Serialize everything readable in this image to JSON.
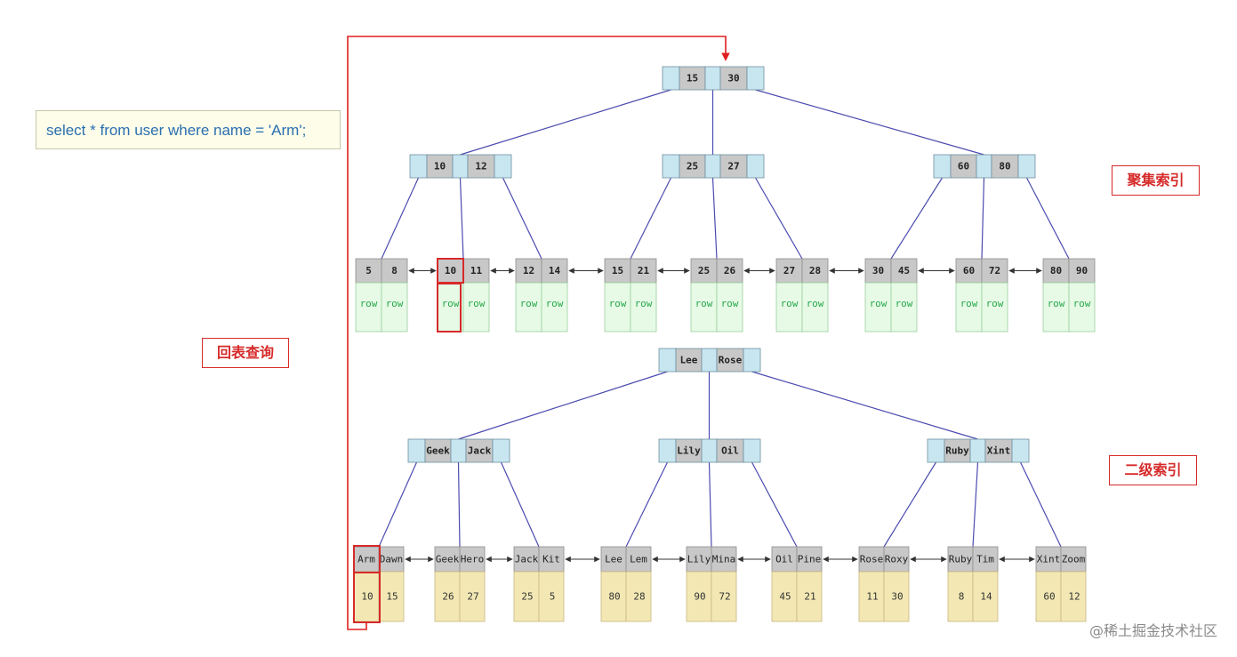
{
  "sql": "select * from user where name = 'Arm';",
  "labels": {
    "clustered": "聚集索引",
    "secondary": "二级索引",
    "back_lookup": "回表查询"
  },
  "watermark": "@稀土掘金技术社区",
  "colors": {
    "key_fill": "#c8c8c8",
    "ptr_fill": "#c8e6f0",
    "row_fill": "#e6fae6",
    "value_fill": "#f3e8b4",
    "tree_line": "#4b4bb0",
    "highlight": "#d62a2a"
  },
  "clustered_index": {
    "root": [
      "15",
      "30"
    ],
    "internal": [
      [
        "10",
        "12"
      ],
      [
        "25",
        "27"
      ],
      [
        "60",
        "80"
      ]
    ],
    "leaves": [
      {
        "keys": [
          "5",
          "8"
        ],
        "rows": [
          "row",
          "row"
        ]
      },
      {
        "keys": [
          "10",
          "11"
        ],
        "rows": [
          "row",
          "row"
        ]
      },
      {
        "keys": [
          "12",
          "14"
        ],
        "rows": [
          "row",
          "row"
        ]
      },
      {
        "keys": [
          "15",
          "21"
        ],
        "rows": [
          "row",
          "row"
        ]
      },
      {
        "keys": [
          "25",
          "26"
        ],
        "rows": [
          "row",
          "row"
        ]
      },
      {
        "keys": [
          "27",
          "28"
        ],
        "rows": [
          "row",
          "row"
        ]
      },
      {
        "keys": [
          "30",
          "45"
        ],
        "rows": [
          "row",
          "row"
        ]
      },
      {
        "keys": [
          "60",
          "72"
        ],
        "rows": [
          "row",
          "row"
        ]
      },
      {
        "keys": [
          "80",
          "90"
        ],
        "rows": [
          "row",
          "row"
        ]
      }
    ]
  },
  "secondary_index": {
    "root": [
      "Lee",
      "Rose"
    ],
    "internal": [
      [
        "Geek",
        "Jack"
      ],
      [
        "Lily",
        "Oil"
      ],
      [
        "Ruby",
        "Xint"
      ]
    ],
    "leaves": [
      {
        "keys": [
          "Arm",
          "Dawn"
        ],
        "values": [
          "10",
          "15"
        ]
      },
      {
        "keys": [
          "Geek",
          "Hero"
        ],
        "values": [
          "26",
          "27"
        ]
      },
      {
        "keys": [
          "Jack",
          "Kit"
        ],
        "values": [
          "25",
          "5"
        ]
      },
      {
        "keys": [
          "Lee",
          "Lem"
        ],
        "values": [
          "80",
          "28"
        ]
      },
      {
        "keys": [
          "Lily",
          "Mina"
        ],
        "values": [
          "90",
          "72"
        ]
      },
      {
        "keys": [
          "Oil",
          "Pine"
        ],
        "values": [
          "45",
          "21"
        ]
      },
      {
        "keys": [
          "Rose",
          "Roxy"
        ],
        "values": [
          "11",
          "30"
        ]
      },
      {
        "keys": [
          "Ruby",
          "Tim"
        ],
        "values": [
          "8",
          "14"
        ]
      },
      {
        "keys": [
          "Xint",
          "Zoom"
        ],
        "values": [
          "60",
          "12"
        ]
      }
    ]
  }
}
